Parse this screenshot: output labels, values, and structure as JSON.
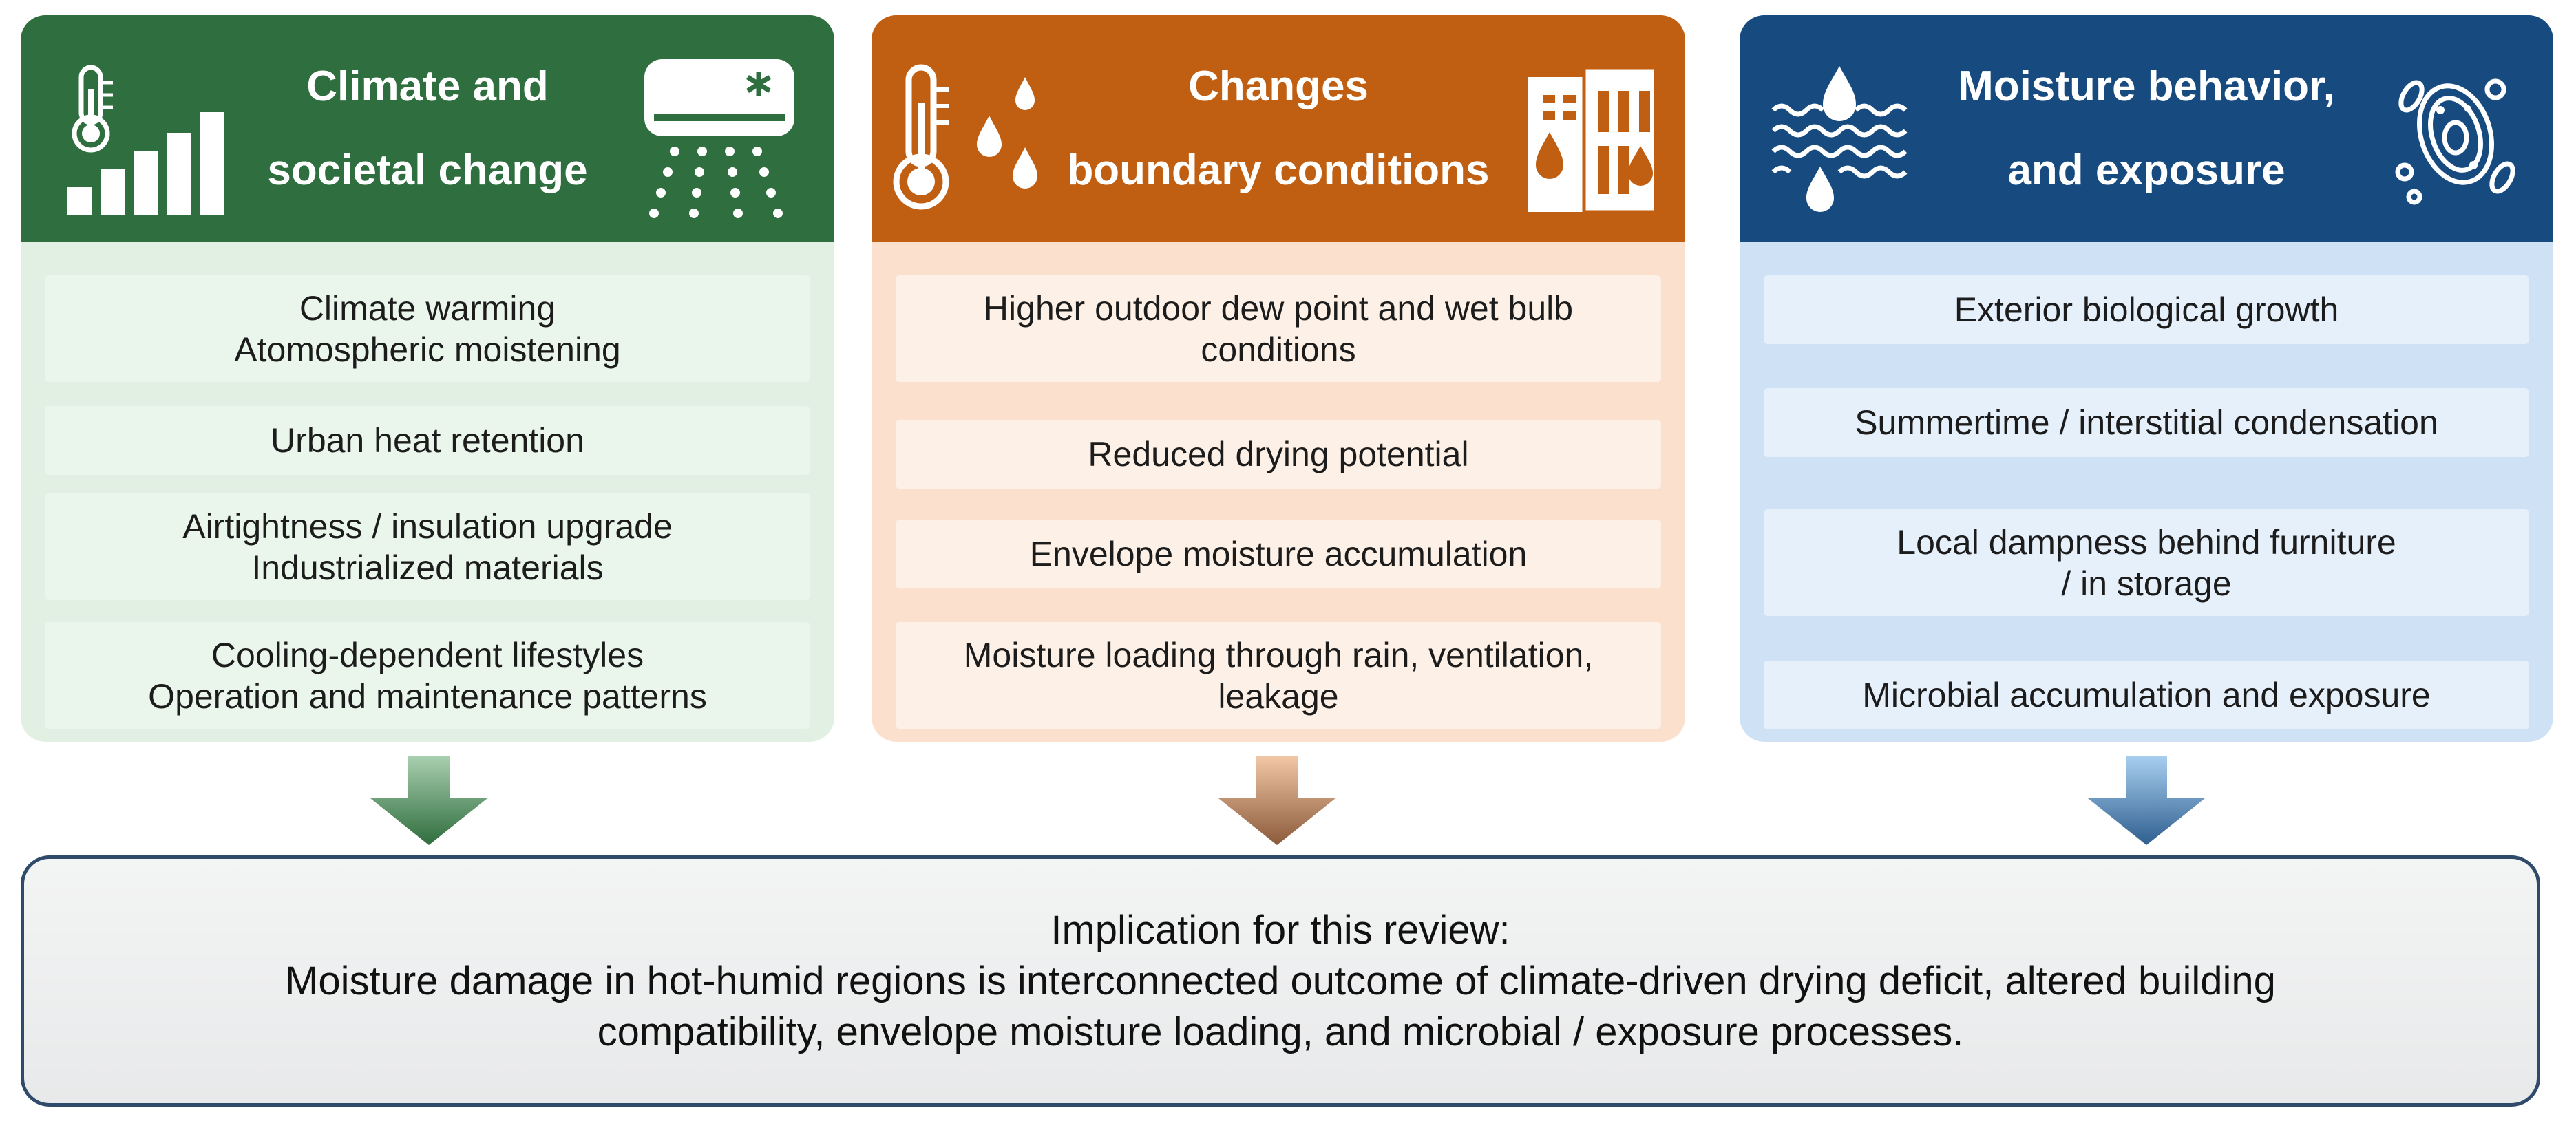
{
  "colors": {
    "green_header": "#2e6e3f",
    "green_body": "#e2f0e4",
    "green_item": "#eaf5ec",
    "orange_header": "#c05f12",
    "orange_body": "#fbe1cd",
    "orange_item": "#fdf0e6",
    "blue_header": "#174b80",
    "blue_body": "#cfe2f5",
    "blue_item": "#e6f0fb",
    "implication_border": "#2f4a6a"
  },
  "panels": [
    {
      "title_lines": [
        "Climate and",
        "societal change"
      ],
      "icons": [
        "thermometer-icon",
        "bar-chart-icon",
        "air-conditioner-icon"
      ],
      "items": [
        {
          "lines": [
            "Climate warming",
            "Atomospheric moistening"
          ]
        },
        {
          "lines": [
            "Urban heat retention"
          ]
        },
        {
          "lines": [
            "Airtightness / insulation upgrade",
            "Industrialized materials"
          ]
        },
        {
          "lines": [
            "Cooling-dependent lifestyles",
            "Operation and maintenance patterns"
          ]
        }
      ]
    },
    {
      "title_lines": [
        "Changes",
        "boundary conditions"
      ],
      "icons": [
        "thermometer-icon",
        "water-drops-icon",
        "building-moisture-icon"
      ],
      "items": [
        {
          "lines": [
            "Higher outdoor dew point and wet bulb",
            "conditions"
          ]
        },
        {
          "lines": [
            "Reduced drying potential"
          ]
        },
        {
          "lines": [
            "Envelope moisture accumulation"
          ]
        },
        {
          "lines": [
            "Moisture loading through rain, ventilation,",
            "leakage"
          ]
        }
      ]
    },
    {
      "title_lines": [
        "Moisture behavior,",
        "and exposure"
      ],
      "icons": [
        "humidity-waves-icon",
        "microbe-icon"
      ],
      "items": [
        {
          "lines": [
            "Exterior biological growth"
          ]
        },
        {
          "lines": [
            "Summertime / interstitial condensation"
          ]
        },
        {
          "lines": [
            "Local dampness behind furniture",
            "/ in storage"
          ]
        },
        {
          "lines": [
            "Microbial accumulation and exposure"
          ]
        }
      ]
    }
  ],
  "implication": {
    "lines": [
      "Implication for this review:",
      "Moisture damage in hot-humid regions is interconnected outcome of climate-driven drying deficit, altered building",
      "compatibility, envelope moisture loading, and microbial / exposure processes."
    ]
  }
}
